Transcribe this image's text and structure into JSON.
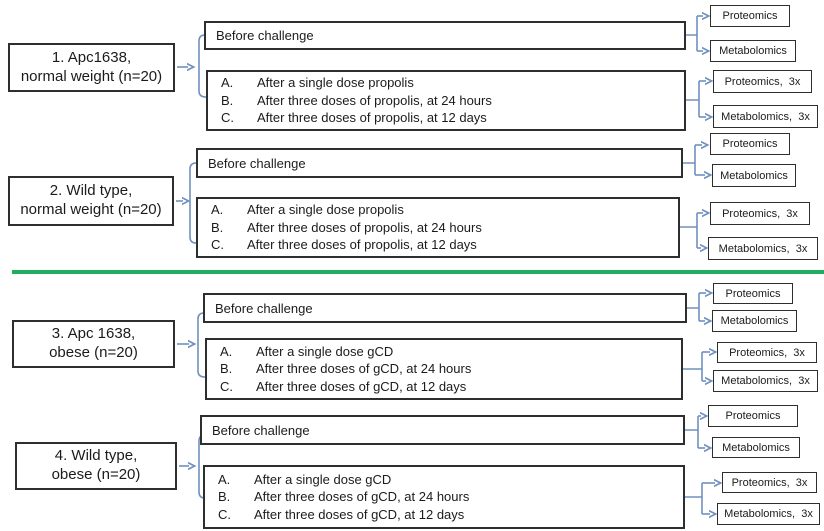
{
  "colors": {
    "connector": "#7090c0",
    "divider": "#1fae5e",
    "box_border": "#2e2e2e"
  },
  "groups": [
    {
      "label_line1": "1. Apc1638,",
      "label_line2": "normal weight (n=20)",
      "before": "Before challenge",
      "after": [
        {
          "marker": "A.",
          "text": "After a single dose propolis"
        },
        {
          "marker": "B.",
          "text": "After three doses of propolis, at 24 hours"
        },
        {
          "marker": "C.",
          "text": "After three doses of propolis, at 12 days"
        }
      ],
      "outcomes": [
        "Proteomics",
        "Metabolomics",
        "Proteomics,  3x",
        "Metabolomics,  3x"
      ]
    },
    {
      "label_line1": "2. Wild type,",
      "label_line2": "normal weight (n=20)",
      "before": "Before challenge",
      "after": [
        {
          "marker": "A.",
          "text": "After a single dose propolis"
        },
        {
          "marker": "B.",
          "text": "After three doses of propolis, at 24 hours"
        },
        {
          "marker": "C.",
          "text": "After three doses of propolis, at 12 days"
        }
      ],
      "outcomes": [
        "Proteomics",
        "Metabolomics",
        "Proteomics,  3x",
        "Metabolomics,  3x"
      ]
    },
    {
      "label_line1": "3. Apc 1638,",
      "label_line2": "obese (n=20)",
      "before": "Before challenge",
      "after": [
        {
          "marker": "A.",
          "text": "After a single dose gCD"
        },
        {
          "marker": "B.",
          "text": "After three doses of gCD, at 24 hours"
        },
        {
          "marker": "C.",
          "text": "After three doses of gCD, at 12 days"
        }
      ],
      "outcomes": [
        "Proteomics",
        "Metabolomics",
        "Proteomics,  3x",
        "Metabolomics,  3x"
      ]
    },
    {
      "label_line1": "4. Wild type,",
      "label_line2": "obese (n=20)",
      "before": "Before challenge",
      "after": [
        {
          "marker": "A.",
          "text": "After a single dose gCD"
        },
        {
          "marker": "B.",
          "text": "After three doses of gCD, at 24 hours"
        },
        {
          "marker": "C.",
          "text": "After three doses of gCD, at 12 days"
        }
      ],
      "outcomes": [
        "Proteomics",
        "Metabolomics",
        "Proteomics,  3x",
        "Metabolomics,  3x"
      ]
    }
  ]
}
